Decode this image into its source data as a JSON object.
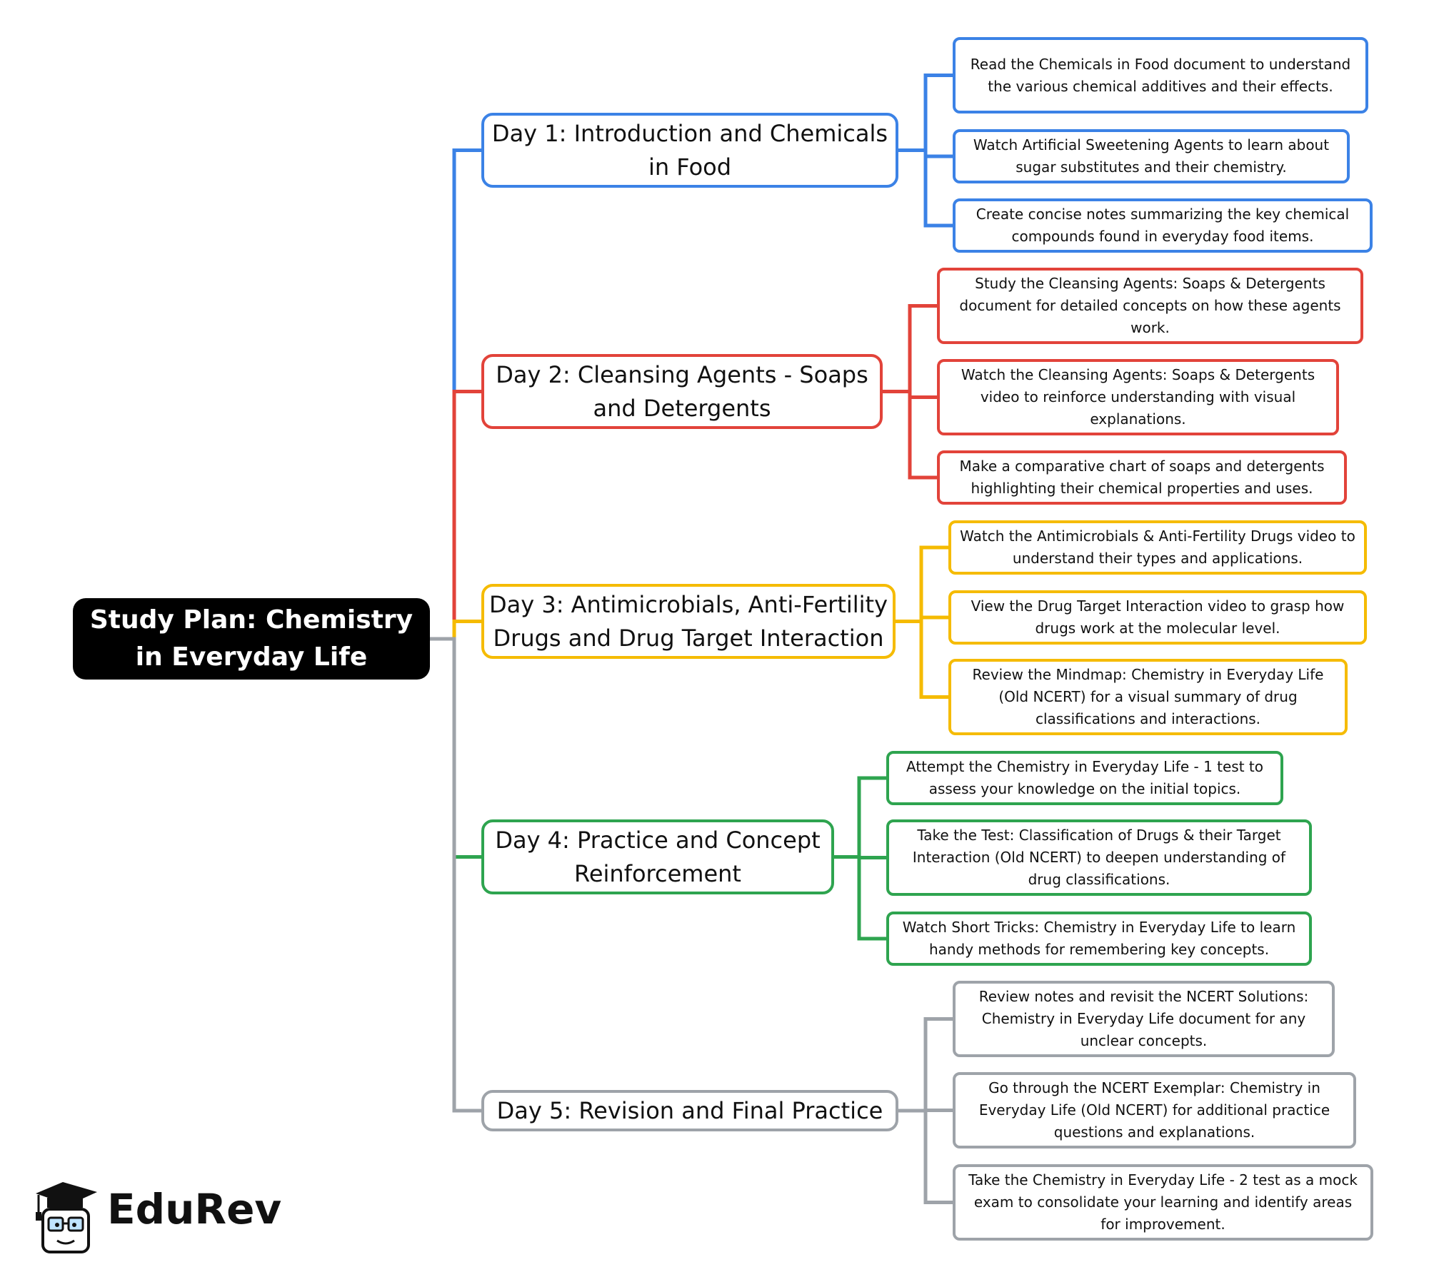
{
  "root": {
    "label": "Study Plan: Chemistry in Everyday Life"
  },
  "brand": {
    "name": "EduRev"
  },
  "colors": {
    "day1": "#3b82e6",
    "day2": "#e2433a",
    "day3": "#f5bb00",
    "day4": "#2ea44f",
    "day5": "#9ea3a9"
  },
  "days": [
    {
      "label": "Day 1: Introduction and Chemicals in Food",
      "tasks": [
        "Read the Chemicals in Food document to understand the various chemical additives and their effects.",
        "Watch Artificial Sweetening Agents to learn about sugar substitutes and their chemistry.",
        "Create concise notes summarizing the key chemical compounds found in everyday food items."
      ]
    },
    {
      "label": "Day 2: Cleansing Agents - Soaps and Detergents",
      "tasks": [
        "Study the Cleansing Agents: Soaps & Detergents document for detailed concepts on how these agents work.",
        "Watch the Cleansing Agents: Soaps & Detergents video to reinforce understanding with visual explanations.",
        "Make a comparative chart of soaps and detergents highlighting their chemical properties and uses."
      ]
    },
    {
      "label": "Day 3: Antimicrobials, Anti-Fertility Drugs and Drug Target Interaction",
      "tasks": [
        "Watch the Antimicrobials & Anti-Fertility Drugs video to understand their types and applications.",
        "View the Drug Target Interaction video to grasp how drugs work at the molecular level.",
        "Review the Mindmap: Chemistry in Everyday Life (Old NCERT) for a visual summary of drug classifications and interactions."
      ]
    },
    {
      "label": "Day 4: Practice and Concept Reinforcement",
      "tasks": [
        "Attempt the Chemistry in Everyday Life - 1 test to assess your knowledge on the initial topics.",
        "Take the Test: Classification of Drugs & their Target Interaction (Old NCERT) to deepen understanding of drug classifications.",
        "Watch Short Tricks: Chemistry in Everyday Life to learn handy methods for remembering key concepts."
      ]
    },
    {
      "label": "Day 5: Revision and Final Practice",
      "tasks": [
        "Review notes and revisit the NCERT Solutions: Chemistry in Everyday Life document for any unclear concepts.",
        "Go through the NCERT Exemplar: Chemistry in Everyday Life (Old NCERT) for additional practice questions and explanations.",
        "Take the Chemistry in Everyday Life - 2 test as a mock exam to consolidate your learning and identify areas for improvement."
      ]
    }
  ]
}
